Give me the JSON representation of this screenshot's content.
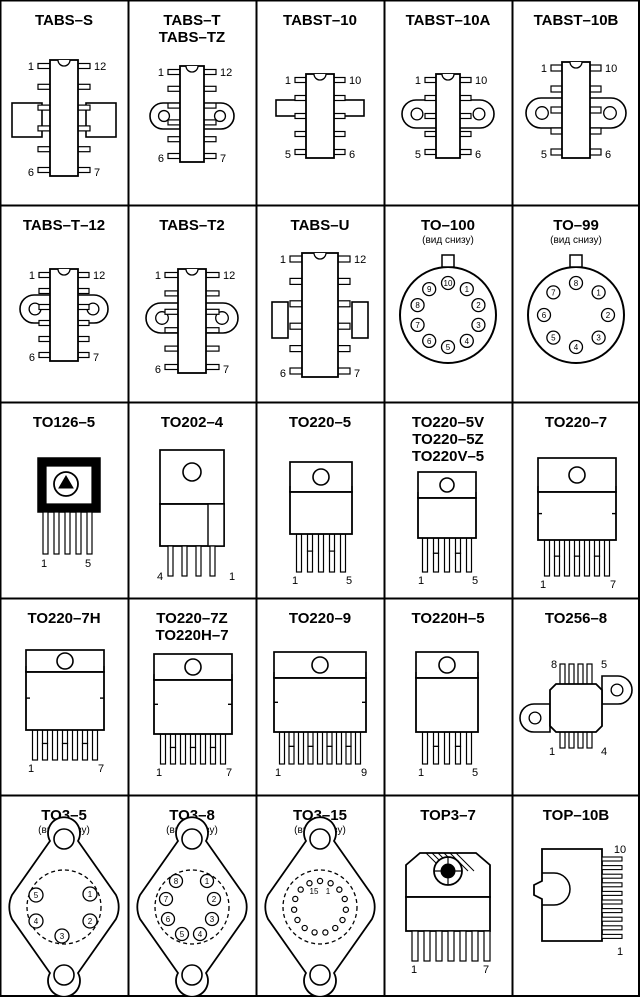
{
  "colors": {
    "ink": "#000000",
    "paper": "#ffffff"
  },
  "cells": [
    {
      "id": "tabs-s",
      "title": [
        "TABS–S"
      ],
      "pins": [
        "1",
        "12",
        "6",
        "7"
      ]
    },
    {
      "id": "tabs-t",
      "title": [
        "TABS–T",
        "TABS–TZ"
      ],
      "pins": [
        "1",
        "12",
        "6",
        "7"
      ]
    },
    {
      "id": "tabst-10",
      "title": [
        "TABST–10"
      ],
      "pins": [
        "1",
        "10",
        "5",
        "6"
      ]
    },
    {
      "id": "tabst-10a",
      "title": [
        "TABST–10A"
      ],
      "pins": [
        "1",
        "10",
        "5",
        "6"
      ]
    },
    {
      "id": "tabst-10b",
      "title": [
        "TABST–10B"
      ],
      "pins": [
        "1",
        "10",
        "5",
        "6"
      ]
    },
    {
      "id": "tabs-t-12",
      "title": [
        "TABS–T–12"
      ],
      "pins": [
        "1",
        "12",
        "6",
        "7"
      ]
    },
    {
      "id": "tabs-t2",
      "title": [
        "TABS–T2"
      ],
      "pins": [
        "1",
        "12",
        "6",
        "7"
      ]
    },
    {
      "id": "tabs-u",
      "title": [
        "TABS–U"
      ],
      "pins": [
        "1",
        "12",
        "6",
        "7"
      ]
    },
    {
      "id": "to-100",
      "title": [
        "TO–100"
      ],
      "subtitle": "(вид снизу)",
      "pins": [
        "10",
        "1",
        "2",
        "3",
        "4",
        "5",
        "6",
        "7",
        "8",
        "9"
      ]
    },
    {
      "id": "to-99",
      "title": [
        "TO–99"
      ],
      "subtitle": "(вид снизу)",
      "pins": [
        "8",
        "1",
        "2",
        "3",
        "4",
        "5",
        "6",
        "7"
      ]
    },
    {
      "id": "to126-5",
      "title": [
        "TO126–5"
      ],
      "pins": [
        "1",
        "5"
      ]
    },
    {
      "id": "to202-4",
      "title": [
        "TO202–4"
      ],
      "pins": [
        "4",
        "1"
      ]
    },
    {
      "id": "to220-5",
      "title": [
        "TO220–5"
      ],
      "pins": [
        "1",
        "5"
      ]
    },
    {
      "id": "to220-5v",
      "title": [
        "TO220–5V",
        "TO220–5Z",
        "TO220V–5"
      ],
      "pins": [
        "1",
        "5"
      ]
    },
    {
      "id": "to220-7",
      "title": [
        "TO220–7"
      ],
      "pins": [
        "1",
        "7"
      ]
    },
    {
      "id": "to220-7h",
      "title": [
        "TO220–7H"
      ],
      "pins": [
        "1",
        "7"
      ]
    },
    {
      "id": "to220-7z",
      "title": [
        "TO220–7Z",
        "TO220H–7"
      ],
      "pins": [
        "1",
        "7"
      ]
    },
    {
      "id": "to220-9",
      "title": [
        "TO220–9"
      ],
      "pins": [
        "1",
        "9"
      ]
    },
    {
      "id": "to220h-5",
      "title": [
        "TO220H–5"
      ],
      "pins": [
        "1",
        "5"
      ]
    },
    {
      "id": "to256-8",
      "title": [
        "TO256–8"
      ],
      "pins": [
        "8",
        "5",
        "1",
        "4"
      ]
    },
    {
      "id": "to3-5",
      "title": [
        "TO3–5"
      ],
      "subtitle": "(вид снизу)",
      "pins": [
        "1",
        "2",
        "3",
        "4",
        "5"
      ]
    },
    {
      "id": "to3-8",
      "title": [
        "TO3–8"
      ],
      "subtitle": "(вид снизу)",
      "pins": [
        "1",
        "2",
        "3",
        "4",
        "5",
        "6",
        "7",
        "8"
      ]
    },
    {
      "id": "to3-15",
      "title": [
        "TO3–15"
      ],
      "subtitle": "(вид снизу)",
      "pins": [
        "1",
        "15"
      ]
    },
    {
      "id": "top3-7",
      "title": [
        "TOP3–7"
      ],
      "pins": [
        "1",
        "7"
      ]
    },
    {
      "id": "top-10b",
      "title": [
        "TOP–10B"
      ],
      "pins": [
        "10",
        "1"
      ]
    }
  ]
}
